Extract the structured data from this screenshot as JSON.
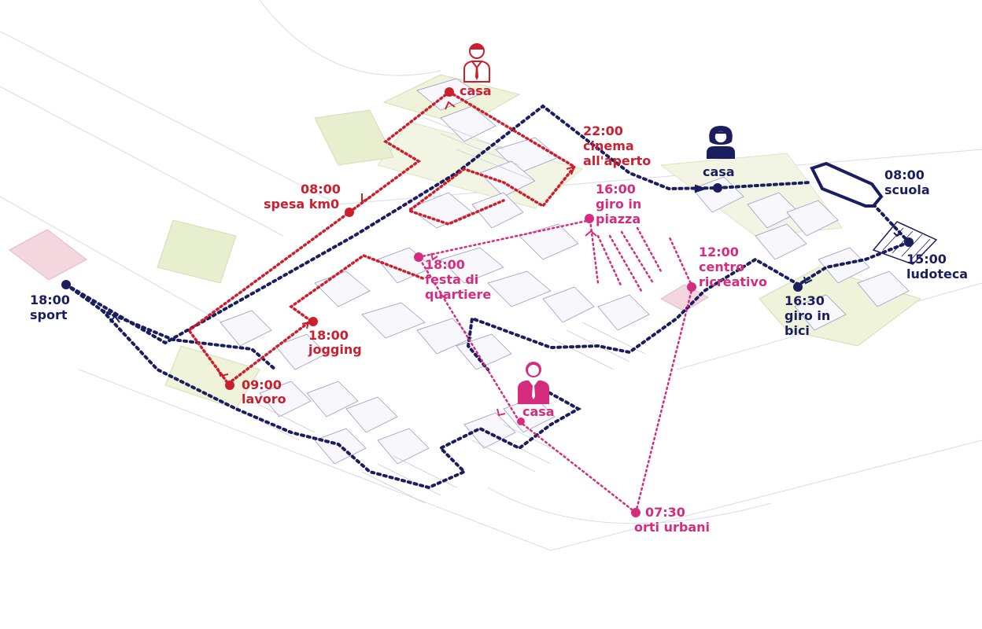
{
  "colors": {
    "red": "#cc1f2e",
    "navy": "#1a1d5e",
    "pink": "#d62c7e",
    "building_line": "#8f92c2",
    "green_area": "#e7efcf",
    "pink_area": "#f4d6df"
  },
  "icons": {
    "red_person": "man-with-tie-icon",
    "navy_person": "woman-icon",
    "pink_person": "man-with-tie-icon"
  },
  "labels": {
    "red_casa": "casa",
    "red_0800_time": "08:00",
    "red_0800_place": "spesa km0",
    "red_0900_time": "09:00",
    "red_0900_place": "lavoro",
    "red_1800_time": "18:00",
    "red_1800_place": "jogging",
    "red_2200_time": "22:00",
    "red_2200_line2": "cinema",
    "red_2200_line3": "all'aperto",
    "navy_casa": "casa",
    "navy_0800_time": "08:00",
    "navy_0800_place": "scuola",
    "navy_1500_time": "15:00",
    "navy_1500_place": "ludoteca",
    "navy_1630_time": "16:30",
    "navy_1630_line2": "giro in",
    "navy_1630_line3": "bici",
    "navy_1800_time": "18:00",
    "navy_1800_place": "sport",
    "pink_casa": "casa",
    "pink_1600_time": "16:00",
    "pink_1600_line2": "giro in",
    "pink_1600_line3": "piazza",
    "pink_1200_time": "12:00",
    "pink_1200_line2": "centro",
    "pink_1200_line3": "ricreativo",
    "pink_1800_time": "18:00",
    "pink_1800_line2": "festa di",
    "pink_1800_line3": "quartiere",
    "pink_0730_time": "07:30",
    "pink_0730_place": "orti urbani"
  }
}
